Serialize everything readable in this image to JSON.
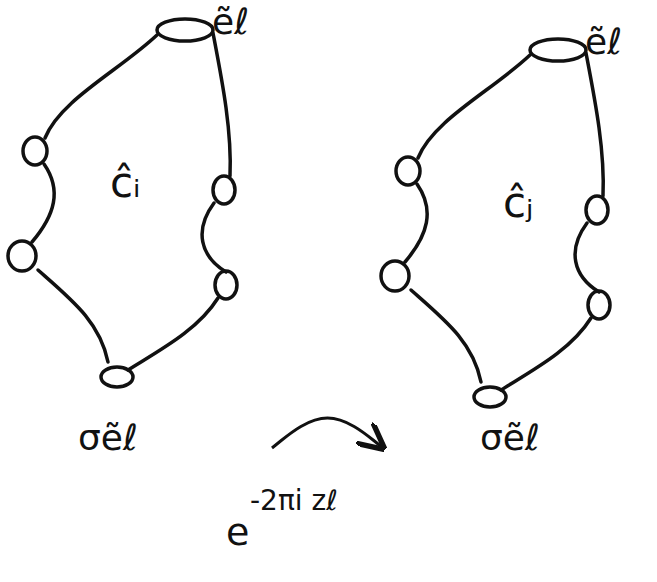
{
  "diagram": {
    "nodes": [
      {
        "text": [
          "ẽℓ",
          "ĉᵢ",
          "σẽℓ"
        ]
      },
      {
        "text": [
          "ẽℓ",
          "ĉⱼ",
          "σẽℓ"
        ]
      }
    ],
    "edges": [
      {
        "from": 0,
        "to": 1,
        "arrow": "to"
      }
    ],
    "labels": [
      "e",
      "-2πi zℓ"
    ]
  }
}
